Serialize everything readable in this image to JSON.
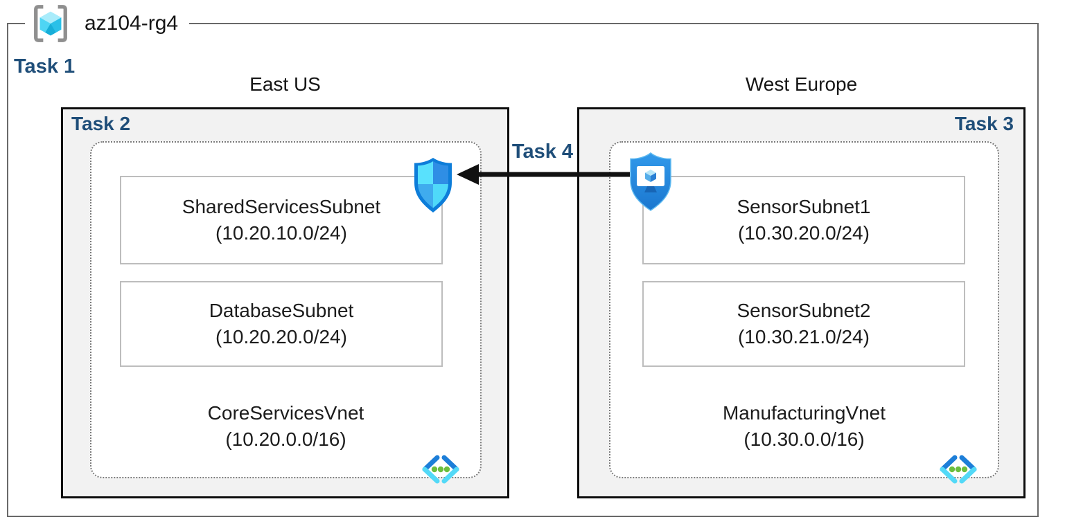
{
  "resource_group": {
    "name": "az104-rg4"
  },
  "labels": {
    "task1": "Task 1",
    "task4": "Task 4"
  },
  "regions": [
    {
      "name": "East US",
      "task": "Task 2",
      "vnet": {
        "name": "CoreServicesVnet",
        "cidr": "(10.20.0.0/16)",
        "subnets": [
          {
            "name": "SharedServicesSubnet",
            "cidr": "(10.20.10.0/24)"
          },
          {
            "name": "DatabaseSubnet",
            "cidr": "(10.20.20.0/24)"
          }
        ]
      }
    },
    {
      "name": "West Europe",
      "task": "Task 3",
      "vnet": {
        "name": "ManufacturingVnet",
        "cidr": "(10.30.0.0/16)",
        "subnets": [
          {
            "name": "SensorSubnet1",
            "cidr": "(10.30.20.0/24)"
          },
          {
            "name": "SensorSubnet2",
            "cidr": "(10.30.21.0/24)"
          }
        ]
      }
    }
  ],
  "icons": {
    "resource_group": "resource-group-icon",
    "nsg": "network-security-group-shield-icon",
    "protected_vm": "shielded-vm-icon",
    "vnet": "virtual-network-icon",
    "arrow": "task4-arrow-left"
  },
  "colors": {
    "task_text": "#1F4E79",
    "region_fill": "#F2F2F2",
    "region_border": "#0D0D0D",
    "rg_border": "#696969",
    "subnet_border": "#BDBDBD",
    "vnet_dotted_border": "#7A7A7A",
    "shield_cyan": "#59E1FD",
    "shield_blue": "#2F8EE5",
    "vnet_chevron_blue": "#1D7ED8",
    "vnet_chevron_cyan": "#53D9F7",
    "vnet_dot_green": "#6CBE3E",
    "arrow_black": "#111111"
  }
}
